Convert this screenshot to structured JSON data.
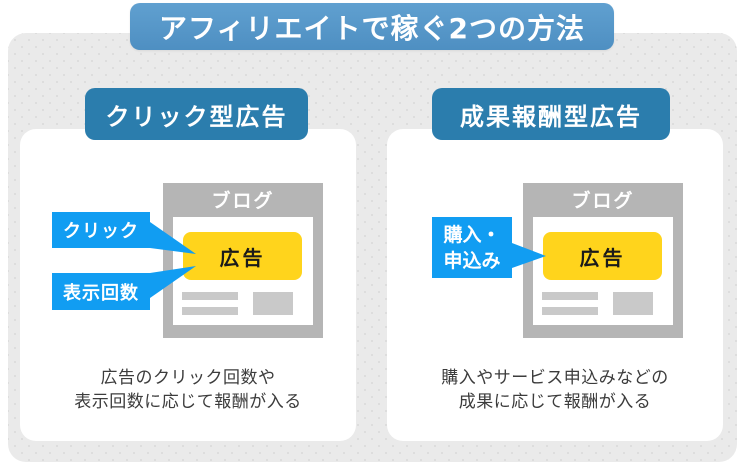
{
  "title": "アフィリエイトで稼ぐ2つの方法",
  "colors": {
    "title_bg": "#5596c8",
    "panel_header_bg": "#2b7dad",
    "callout_bg": "#119df2",
    "ad_bg": "#ffd41c",
    "blog_frame_gray": "#b5b5b5",
    "placeholder_gray": "#c9c9c9",
    "background_gray": "#eaeaea",
    "panel_bg": "#ffffff",
    "description_text": "#3c3c3c"
  },
  "left_panel": {
    "header": "クリック型広告",
    "blog_title": "ブログ",
    "ad_label": "広告",
    "callouts": {
      "click": "クリック",
      "impressions": "表示回数"
    },
    "description": {
      "line1": "広告のクリック回数や",
      "line2": "表示回数に応じて報酬が入る"
    }
  },
  "right_panel": {
    "header": "成果報酬型広告",
    "blog_title": "ブログ",
    "ad_label": "広告",
    "callouts": {
      "purchase_line1": "購入・",
      "purchase_line2": "申込み"
    },
    "description": {
      "line1": "購入やサービス申込みなどの",
      "line2": "成果に応じて報酬が入る"
    }
  }
}
